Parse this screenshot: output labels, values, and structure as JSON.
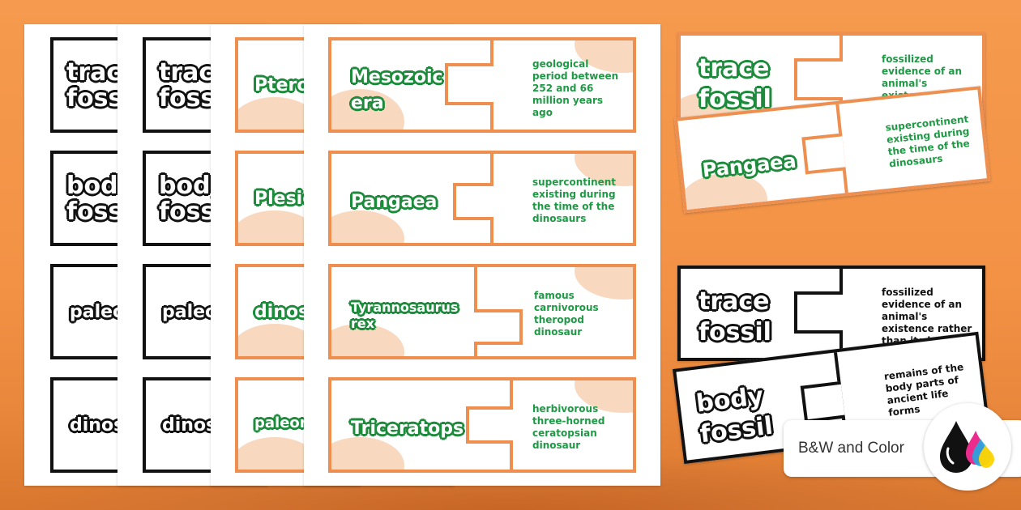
{
  "badge": {
    "label": "B&W and Color",
    "icon": "ink-drops-icon"
  },
  "colors": {
    "accent": "#ee8f4f",
    "green": "#1e9a45",
    "black": "#111111",
    "background": "#f39245"
  },
  "sheet1": {
    "cards": [
      "trace fossil",
      "body fossil",
      "paleon",
      "dinos"
    ]
  },
  "sheet2": {
    "cards": [
      "trace fossil",
      "body fossil",
      "paleon",
      "dinos"
    ]
  },
  "sheet3": {
    "cards": [
      "Ptero",
      "Plesio",
      "dinos",
      "paleon"
    ]
  },
  "sheet4": {
    "cards": [
      {
        "term": "Mesozoic era",
        "definition": "geological period between 252 and 66 million years ago"
      },
      {
        "term": "Pangaea",
        "definition": "supercontinent existing during the time of the dinosaurs"
      },
      {
        "term": "Tyrannosaurus rex",
        "definition": "famous carnivorous theropod dinosaur"
      },
      {
        "term": "Triceratops",
        "definition": "herbivorous three-horned ceratopsian dinosaur"
      }
    ]
  },
  "color_samples": [
    {
      "term": "trace fossil",
      "definition": "fossilized evidence of an animal's existence rather than its bo"
    },
    {
      "term": "Pangaea",
      "definition": "supercontinent existing during the time of the dinosaurs"
    }
  ],
  "bw_samples": [
    {
      "term": "trace fossil",
      "definition": "fossilized evidence of an animal's existence rather than its bo"
    },
    {
      "term": "body fossil",
      "definition": "remains of the body parts of ancient life forms"
    }
  ]
}
